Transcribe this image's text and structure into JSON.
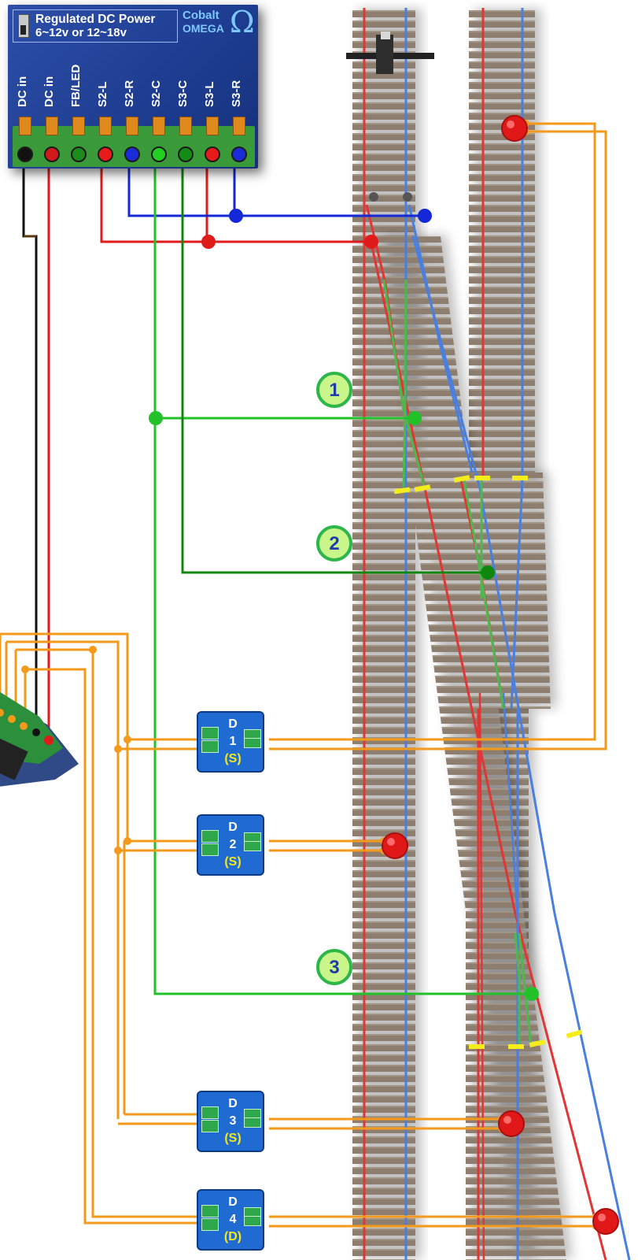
{
  "module": {
    "title": "Regulated DC Power",
    "subtitle": "6~12v or 12~18v",
    "brand_line1": "Cobalt",
    "brand_line2": "OMEGA",
    "brand_icon": "omega-icon",
    "terminals": [
      {
        "label": "DC in",
        "color": "#111111"
      },
      {
        "label": "DC in",
        "color": "#d11a1a"
      },
      {
        "label": "FB/LED",
        "color": "#1c8a1c"
      },
      {
        "label": "S2-L",
        "color": "#e81a1a"
      },
      {
        "label": "S2-R",
        "color": "#1a2bd8"
      },
      {
        "label": "S2-C",
        "color": "#22d022"
      },
      {
        "label": "S3-C",
        "color": "#128c12"
      },
      {
        "label": "S3-L",
        "color": "#e81a1a"
      },
      {
        "label": "S3-R",
        "color": "#1a2bd8"
      }
    ]
  },
  "detectors": [
    {
      "line1": "D",
      "line2": "1",
      "line3": "(S)"
    },
    {
      "line1": "D",
      "line2": "2",
      "line3": "(S)"
    },
    {
      "line1": "D",
      "line2": "3",
      "line3": "(S)"
    },
    {
      "line1": "D",
      "line2": "4",
      "line3": "(D)"
    }
  ],
  "badges": [
    "1",
    "2",
    "3"
  ],
  "colors": {
    "wire_red": "#e01b1b",
    "wire_blue": "#1528d8",
    "wire_green": "#22c12a",
    "wire_dark_green": "#108810",
    "wire_orange": "#f39a1b",
    "wire_black": "#111111",
    "rail_red": "#e23535",
    "rail_blue": "#4a7fe0",
    "sleeper": "#8a7a6a",
    "gap_marker": "#f4ec1c"
  }
}
